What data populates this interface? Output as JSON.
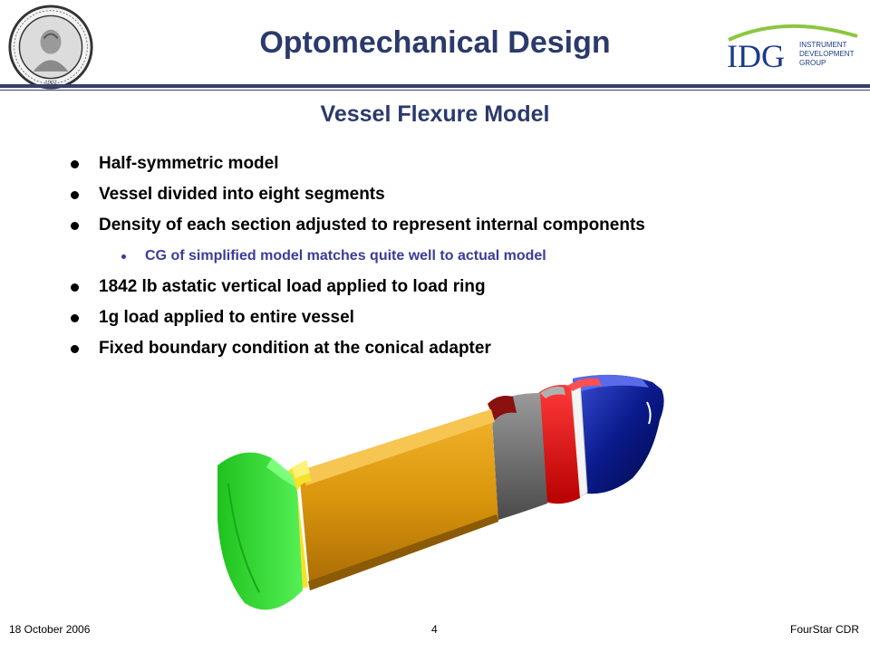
{
  "header": {
    "title": "Optomechanical Design",
    "seal_icon": "carnegie-institution-seal",
    "logo": {
      "icon": "idg-logo",
      "mark": "IDG",
      "lines": [
        "INSTRUMENT",
        "DEVELOPMENT",
        "GROUP"
      ]
    }
  },
  "slide": {
    "subtitle": "Vessel Flexure Model",
    "bullets": [
      "Half-symmetric model",
      "Vessel divided into eight segments",
      "Density of each section adjusted to represent internal components",
      "1842 lb astatic vertical load applied to load ring",
      "1g load applied to entire vessel",
      "Fixed boundary condition at the conical adapter"
    ],
    "sub_bullet": "CG of simplified model matches quite well to actual model",
    "figure_icon": "vessel-cutaway-model"
  },
  "footer": {
    "date": "18 October 2006",
    "page": "4",
    "event": "FourStar CDR"
  },
  "colors": {
    "title": "#2b3a6b",
    "sub_bullet": "#3a3c9a",
    "rule": "#3a3f6b",
    "segment_green": "#22dd22",
    "segment_yellow": "#f5e22a",
    "segment_orange": "#e0a00f",
    "segment_dark_red": "#8b1010",
    "segment_gray": "#707070",
    "segment_red": "#f01010",
    "segment_blue": "#0a1a8c",
    "logo_green": "#8cc63f",
    "logo_blue": "#1a3a8a"
  }
}
